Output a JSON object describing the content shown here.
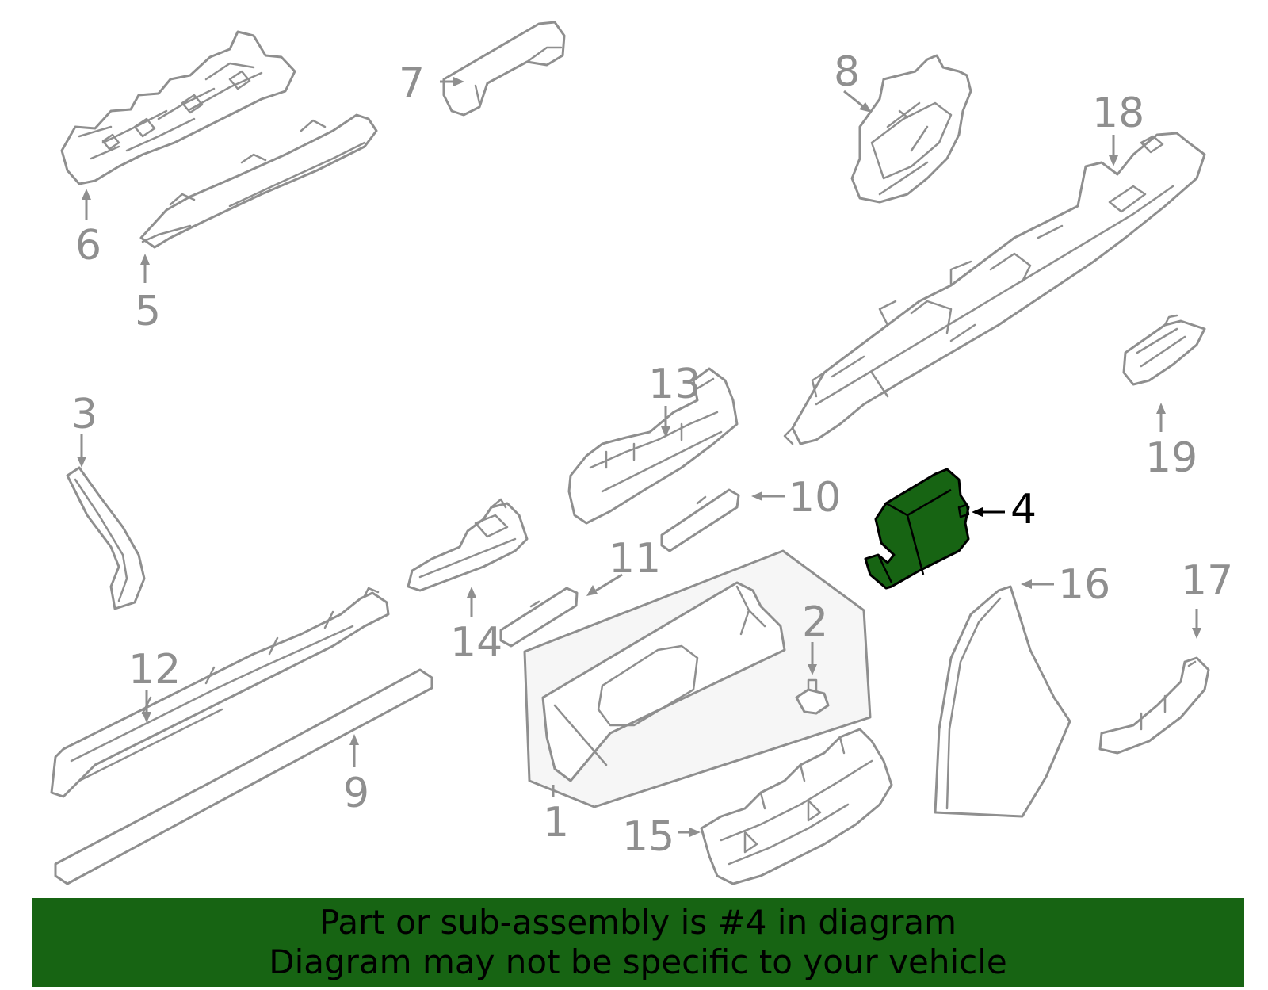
{
  "diagram": {
    "highlight_color": "#176413",
    "line_color": "#8f8f8f",
    "highlighted_part": "4",
    "callouts": [
      "1",
      "2",
      "3",
      "4",
      "5",
      "6",
      "7",
      "8",
      "9",
      "10",
      "11",
      "12",
      "13",
      "14",
      "15",
      "16",
      "17",
      "18",
      "19"
    ]
  },
  "banner": {
    "line1": "Part or sub-assembly is #4 in diagram",
    "line2": "Diagram may not be specific to your vehicle",
    "color": "#176413"
  }
}
